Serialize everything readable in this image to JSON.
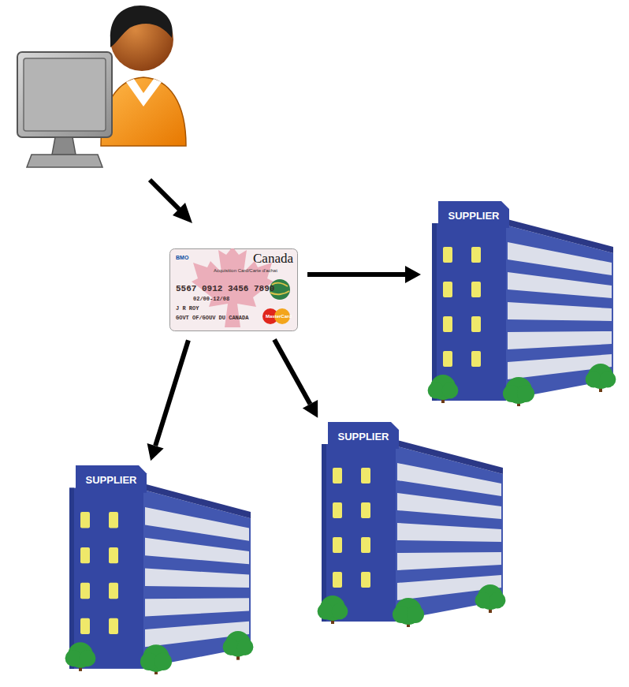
{
  "diagram": {
    "nodes": [
      {
        "text": [
          "BMO",
          "Canada",
          "Acquisition Card/Carte d'achat",
          "5567 0912 3456 7890",
          "02/00-12/08",
          "J R ROY",
          "GOVT OF/GOUV DU CANADA",
          "MasterCard"
        ]
      },
      {
        "text": [
          "SUPPLIER"
        ]
      },
      {
        "text": [
          "SUPPLIER"
        ]
      },
      {
        "text": [
          "SUPPLIER"
        ]
      }
    ],
    "edges": [
      {
        "from": 0,
        "to": 1,
        "arrow": "to"
      },
      {
        "from": 0,
        "to": 2,
        "arrow": "to"
      },
      {
        "from": 0,
        "to": 3,
        "arrow": "to"
      }
    ]
  }
}
